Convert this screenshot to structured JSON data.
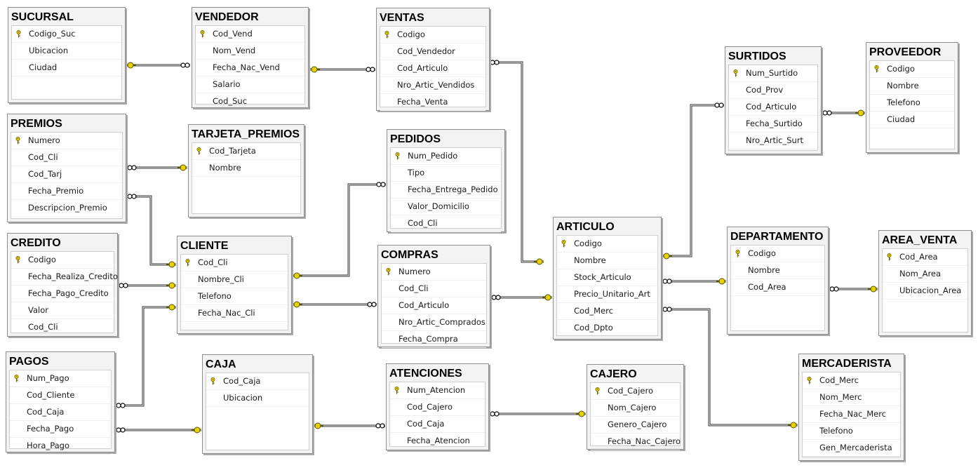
{
  "tables": [
    {
      "id": "sucursal",
      "name": "SUCURSAL",
      "columns": [
        {
          "name": "Codigo_Suc",
          "pk": true
        },
        {
          "name": "Ubicacion",
          "pk": false
        },
        {
          "name": "Ciudad",
          "pk": false
        }
      ]
    },
    {
      "id": "vendedor",
      "name": "VENDEDOR",
      "columns": [
        {
          "name": "Cod_Vend",
          "pk": true
        },
        {
          "name": "Nom_Vend",
          "pk": false
        },
        {
          "name": "Fecha_Nac_Vend",
          "pk": false
        },
        {
          "name": "Salario",
          "pk": false
        },
        {
          "name": "Cod_Suc",
          "pk": false
        }
      ]
    },
    {
      "id": "ventas",
      "name": "VENTAS",
      "columns": [
        {
          "name": "Codigo",
          "pk": true
        },
        {
          "name": "Cod_Vendedor",
          "pk": false
        },
        {
          "name": "Cod_Articulo",
          "pk": false
        },
        {
          "name": "Nro_Artic_Vendidos",
          "pk": false
        },
        {
          "name": "Fecha_Venta",
          "pk": false
        }
      ]
    },
    {
      "id": "surtidos",
      "name": "SURTIDOS",
      "columns": [
        {
          "name": "Num_Surtido",
          "pk": true
        },
        {
          "name": "Cod_Prov",
          "pk": false
        },
        {
          "name": "Cod_Articulo",
          "pk": false
        },
        {
          "name": "Fecha_Surtido",
          "pk": false
        },
        {
          "name": "Nro_Artic_Surt",
          "pk": false
        }
      ]
    },
    {
      "id": "proveedor",
      "name": "PROVEEDOR",
      "columns": [
        {
          "name": "Codigo",
          "pk": true
        },
        {
          "name": "Nombre",
          "pk": false
        },
        {
          "name": "Telefono",
          "pk": false
        },
        {
          "name": "Ciudad",
          "pk": false
        }
      ]
    },
    {
      "id": "premios",
      "name": "PREMIOS",
      "columns": [
        {
          "name": "Numero",
          "pk": true
        },
        {
          "name": "Cod_Cli",
          "pk": false
        },
        {
          "name": "Cod_Tarj",
          "pk": false
        },
        {
          "name": "Fecha_Premio",
          "pk": false
        },
        {
          "name": "Descripcion_Premio",
          "pk": false
        }
      ]
    },
    {
      "id": "tarjeta_premios",
      "name": "TARJETA_PREMIOS",
      "columns": [
        {
          "name": "Cod_Tarjeta",
          "pk": true
        },
        {
          "name": "Nombre",
          "pk": false
        }
      ]
    },
    {
      "id": "pedidos",
      "name": "PEDIDOS",
      "columns": [
        {
          "name": "Num_Pedido",
          "pk": true
        },
        {
          "name": "Tipo",
          "pk": false
        },
        {
          "name": "Fecha_Entrega_Pedido",
          "pk": false
        },
        {
          "name": "Valor_Domicilio",
          "pk": false
        },
        {
          "name": "Cod_Cli",
          "pk": false
        }
      ]
    },
    {
      "id": "articulo",
      "name": "ARTICULO",
      "columns": [
        {
          "name": "Codigo",
          "pk": true
        },
        {
          "name": "Nombre",
          "pk": false
        },
        {
          "name": "Stock_Articulo",
          "pk": false
        },
        {
          "name": "Precio_Unitario_Art",
          "pk": false
        },
        {
          "name": "Cod_Merc",
          "pk": false
        },
        {
          "name": "Cod_Dpto",
          "pk": false
        }
      ]
    },
    {
      "id": "departamento",
      "name": "DEPARTAMENTO",
      "columns": [
        {
          "name": "Codigo",
          "pk": true
        },
        {
          "name": "Nombre",
          "pk": false
        },
        {
          "name": "Cod_Area",
          "pk": false
        }
      ]
    },
    {
      "id": "area_venta",
      "name": "AREA_VENTA",
      "columns": [
        {
          "name": "Cod_Area",
          "pk": true
        },
        {
          "name": "Nom_Area",
          "pk": false
        },
        {
          "name": "Ubicacion_Area",
          "pk": false
        }
      ]
    },
    {
      "id": "credito",
      "name": "CREDITO",
      "columns": [
        {
          "name": "Codigo",
          "pk": true
        },
        {
          "name": "Fecha_Realiza_Credito",
          "pk": false
        },
        {
          "name": "Fecha_Pago_Credito",
          "pk": false
        },
        {
          "name": "Valor",
          "pk": false
        },
        {
          "name": "Cod_Cli",
          "pk": false
        }
      ]
    },
    {
      "id": "cliente",
      "name": "CLIENTE",
      "columns": [
        {
          "name": "Cod_Cli",
          "pk": true
        },
        {
          "name": "Nombre_Cli",
          "pk": false
        },
        {
          "name": "Telefono",
          "pk": false
        },
        {
          "name": "Fecha_Nac_Cli",
          "pk": false
        }
      ]
    },
    {
      "id": "compras",
      "name": "COMPRAS",
      "columns": [
        {
          "name": "Numero",
          "pk": true
        },
        {
          "name": "Cod_Cli",
          "pk": false
        },
        {
          "name": "Cod_Articulo",
          "pk": false
        },
        {
          "name": "Nro_Artic_Comprados",
          "pk": false
        },
        {
          "name": "Fecha_Compra",
          "pk": false
        }
      ]
    },
    {
      "id": "pagos",
      "name": "PAGOS",
      "columns": [
        {
          "name": "Num_Pago",
          "pk": true
        },
        {
          "name": "Cod_Cliente",
          "pk": false
        },
        {
          "name": "Cod_Caja",
          "pk": false
        },
        {
          "name": "Fecha_Pago",
          "pk": false
        },
        {
          "name": "Hora_Pago",
          "pk": false
        }
      ]
    },
    {
      "id": "caja",
      "name": "CAJA",
      "columns": [
        {
          "name": "Cod_Caja",
          "pk": true
        },
        {
          "name": "Ubicacion",
          "pk": false
        }
      ]
    },
    {
      "id": "atenciones",
      "name": "ATENCIONES",
      "columns": [
        {
          "name": "Num_Atencion",
          "pk": true
        },
        {
          "name": "Cod_Cajero",
          "pk": false
        },
        {
          "name": "Cod_Caja",
          "pk": false
        },
        {
          "name": "Fecha_Atencion",
          "pk": false
        }
      ]
    },
    {
      "id": "cajero",
      "name": "CAJERO",
      "columns": [
        {
          "name": "Cod_Cajero",
          "pk": true
        },
        {
          "name": "Nom_Cajero",
          "pk": false
        },
        {
          "name": "Genero_Cajero",
          "pk": false
        },
        {
          "name": "Fecha_Nac_Cajero",
          "pk": false
        }
      ]
    },
    {
      "id": "mercaderista",
      "name": "MERCADERISTA",
      "columns": [
        {
          "name": "Cod_Merc",
          "pk": true
        },
        {
          "name": "Nom_Merc",
          "pk": false
        },
        {
          "name": "Fecha_Nac_Merc",
          "pk": false
        },
        {
          "name": "Telefono",
          "pk": false
        },
        {
          "name": "Gen_Mercaderista",
          "pk": false
        }
      ]
    }
  ],
  "relationships": [
    {
      "one": "sucursal",
      "many": "vendedor"
    },
    {
      "one": "vendedor",
      "many": "ventas"
    },
    {
      "one": "articulo",
      "many": "ventas"
    },
    {
      "one": "articulo",
      "many": "surtidos"
    },
    {
      "one": "proveedor",
      "many": "surtidos"
    },
    {
      "one": "tarjeta_premios",
      "many": "premios"
    },
    {
      "one": "cliente",
      "many": "premios"
    },
    {
      "one": "cliente",
      "many": "pedidos"
    },
    {
      "one": "cliente",
      "many": "credito"
    },
    {
      "one": "cliente",
      "many": "compras"
    },
    {
      "one": "cliente",
      "many": "pagos"
    },
    {
      "one": "articulo",
      "many": "compras"
    },
    {
      "one": "departamento",
      "many": "articulo"
    },
    {
      "one": "area_venta",
      "many": "departamento"
    },
    {
      "one": "mercaderista",
      "many": "articulo"
    },
    {
      "one": "caja",
      "many": "pagos"
    },
    {
      "one": "caja",
      "many": "atenciones"
    },
    {
      "one": "cajero",
      "many": "atenciones"
    }
  ],
  "colors": {
    "key": "#e6d200",
    "line": "#333333",
    "many_end": "#000000"
  }
}
